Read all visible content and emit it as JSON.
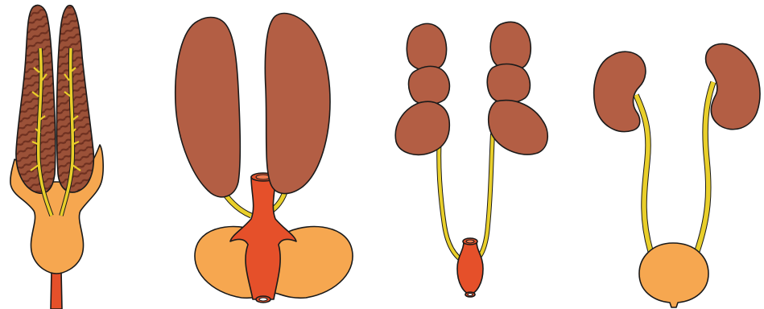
{
  "figure": {
    "panel_count": 4,
    "colors": {
      "kidney_lobulated": "#9b5138",
      "kidney_stripe": "#7a3a27",
      "kidney": "#b35e44",
      "ureter": "#e9cf2a",
      "cloaca_orange": "#f6a750",
      "bladder_neck_red": "#e5502a",
      "outline": "#1a1a1a"
    },
    "panels": [
      {
        "id": "panel-1",
        "kidney_style": "elongated-lobulated"
      },
      {
        "id": "panel-2",
        "kidney_style": "elongated-smooth"
      },
      {
        "id": "panel-3",
        "kidney_style": "multi-lobed"
      },
      {
        "id": "panel-4",
        "kidney_style": "bean-shaped"
      }
    ]
  }
}
